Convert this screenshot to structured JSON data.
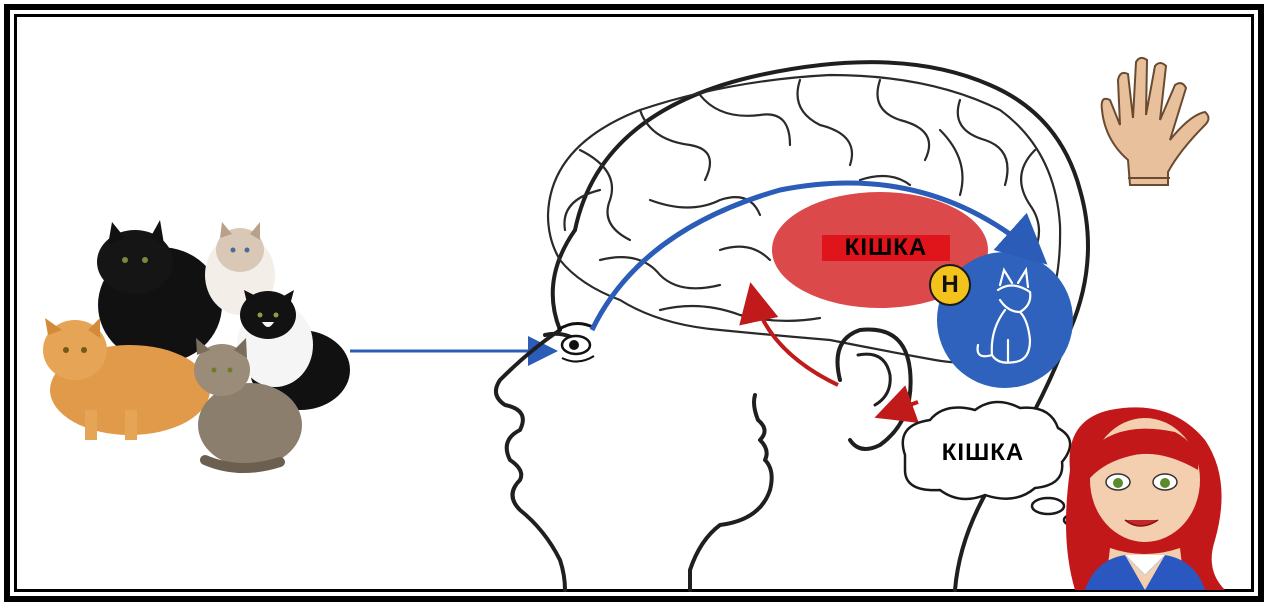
{
  "concept_label": "КІШКА",
  "badge_letter": "Н",
  "speech_label": "КІШКА",
  "icons": [
    "cats-group",
    "brain-head-outline",
    "hand-icon",
    "woman-speaking",
    "eye-icon",
    "ear-icon",
    "cat-silhouette-icon"
  ],
  "colors": {
    "blue_arrow": "#2a5cb8",
    "red_arrow": "#c01a1a",
    "concept_area": "#d8393b",
    "visual_area": "#2e62bd",
    "badge": "#f3c21b"
  }
}
